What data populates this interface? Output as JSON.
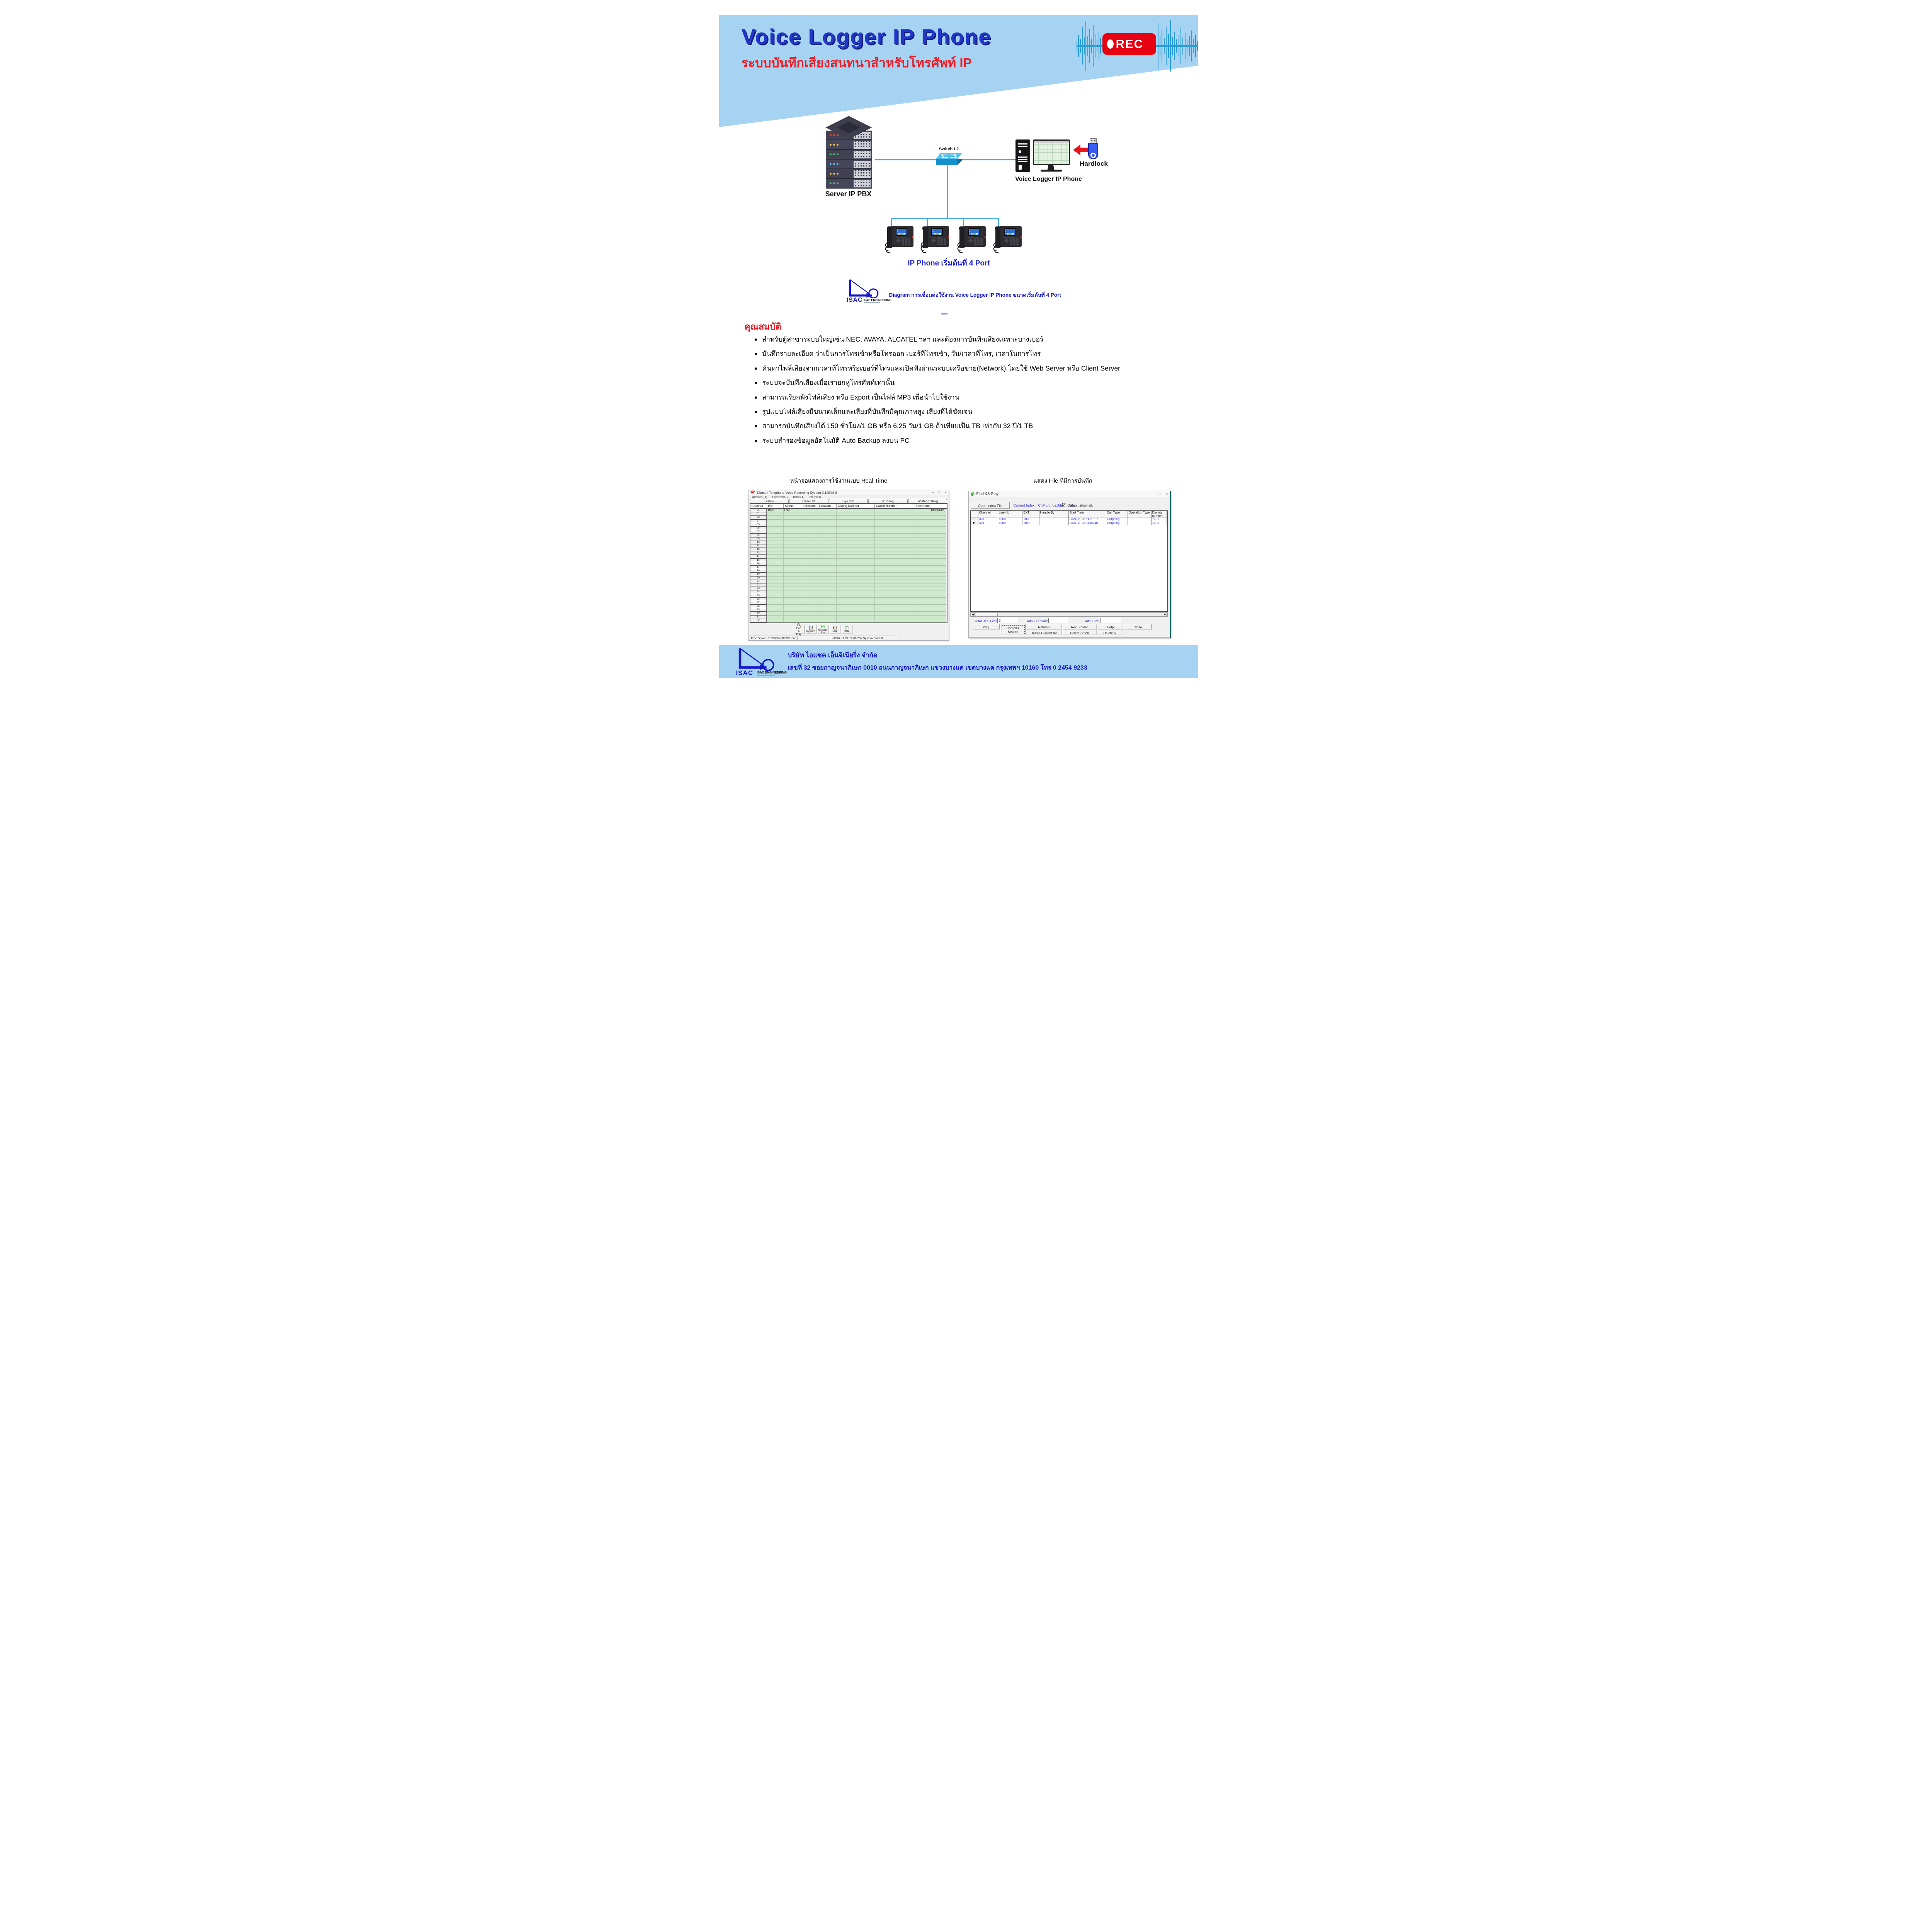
{
  "header": {
    "title": "Voice Logger IP Phone",
    "subtitle_th": "ระบบบันทึกเสียงสนทนาสำหรับโทรศัพท์ IP",
    "rec_label": "REC"
  },
  "diagram": {
    "server_label": "Server IP PBX",
    "switch_label": "Switch  L2",
    "computer_label": "Voice Logger IP Phone",
    "hardlock_label": "Hardlock",
    "phones_label": "IP Phone เริ่มต้นที่  4 Port",
    "caption": "Diagram การเชื่อมต่อใช้งาน Voice Logger IP Phone ขนาดเริ่มต้นที่  4 Port",
    "phone_count": 4
  },
  "logo": {
    "word": "ISAC",
    "company": "ISAC ENGINEERING"
  },
  "features": {
    "heading": "คุณสมบัติ",
    "items": [
      "สำหรับตู้สาขาระบบใหญ่เช่น NEC, AVAYA, ALCATEL ฯลฯ และต้องการบันทึกเสียงเฉพาะบางเบอร์",
      "บันทึกรายละเอียด ว่าเป็นการโทรเข้าหรือโทรออก เบอร์ที่โทรเข้า, วัน/เวลาที่โทร, เวลาในการโทร",
      "ค้นหาไฟล์เสียงจากเวลาที่โทรหรือเบอร์ที่โทรและเปิดฟังผ่านระบบเครือข่าย(Network) โดยใช้ Web Server หรือ Client Server",
      "ระบบจะบันทึกเสียงเมื่อเรายกหูโทรศัพท์เท่านั้น",
      "สามารถเรียกฟังไฟล์เสียง หรือ Export เป็นไฟล์ MP3 เพื่อนำไปใช้งาน",
      "รูปแบบไฟล์เสียงมีขนาดเล็กและเสียงที่บันทึกมีคุณภาพสูง เสียงที่ได้ชัดเจน",
      "สามารถบันทึกเสียงได้ 150 ชั่วโมง/1 GB หรือ 6.25 วัน/1 GB ถ้าเทียบเป็น TB เท่ากับ 32 ปี/1 TB",
      "ระบบสำรองข้อมูลอัตโนมัติ Auto Backup ลงบน PC"
    ]
  },
  "screens": {
    "left_caption": "หน้าจอแสดงการใช้งานแบบ Real Time",
    "right_caption": "แสดง File ที่มีการบันทึก"
  },
  "recorder_window": {
    "title": "Zibosoft  Telephone Voice Recording System 3.12E98-8",
    "menu": [
      "Operate(O)",
      "System(S)",
      "Tools(T)",
      "Help(H)"
    ],
    "tabs": [
      "Status",
      "Caller ID",
      "Sys Info",
      "Run log",
      "IP Recording"
    ],
    "active_tab": "IP Recording",
    "columns": [
      "Channel",
      "Ext",
      "Status",
      "Direction",
      "Duration",
      "Calling Number",
      "Called Number",
      "Username"
    ],
    "row_count": 32,
    "row01": {
      "ext": "1000",
      "status": "Free",
      "username": "1000(DEPT)"
    },
    "buttons": [
      {
        "label": "Find & Play",
        "icon": "magnifier"
      },
      {
        "label": "System",
        "icon": "system-window"
      },
      {
        "label": "Recycle Bin",
        "icon": "recycle"
      },
      {
        "label": "Exit",
        "icon": "exit-door"
      },
      {
        "label": "Help",
        "icon": "question-balloon"
      }
    ],
    "status_bar": {
      "free_space": "Free Space: 816969M (58096Hour)",
      "message": "<2567-11-27 17:00:26>  System Started"
    }
  },
  "findplay_window": {
    "title": "Find && Play",
    "open_button": "Open Index File",
    "current_index_label": "Current Index",
    "current_index_value": "C:\\Mdr\\IndexMain.mdb",
    "default_show_all": "Default show all.",
    "columns": [
      "",
      "Channel",
      "Line No.",
      "EXT",
      "Handle By",
      "Start Time",
      "Call Type",
      "Operation Type",
      "Dialing number"
    ],
    "rows": [
      {
        "sel": "",
        "channel": "301",
        "line": "1000",
        "ext": "1000",
        "handle": "",
        "start": "2024-11-28 14:21:57",
        "type": "Outgoing",
        "op": "",
        "dial": "1001"
      },
      {
        "sel": "▶",
        "channel": "301",
        "line": "1000",
        "ext": "1000",
        "handle": "",
        "start": "2024-11-28 11:48:46",
        "type": "Outgoing",
        "op": "",
        "dial": "1001"
      }
    ],
    "totals": {
      "rec_files_label": "Total Rec. Files",
      "rec_files_value": "2",
      "durations_label": "Total Durations",
      "durations_value": "",
      "size_label": "Total Size",
      "size_value": ""
    },
    "buttons_top": [
      "Play",
      "Complex Search",
      "Refresh",
      "Rec. Folder",
      "Help",
      "Close"
    ],
    "buttons_bottom": [
      "Delete Current file",
      "Delete Batch",
      "Delete All"
    ]
  },
  "footer": {
    "line1": "บริษัท ไอแซค เอ็นจิเนียริ่ง จำกัด",
    "line2": "เลขที่ 32 ซอยกาญจนาภิเษก 0010 ถนนกาญจนาภิเษก แขวงบางแค เขตบางแค กรุงเทพฯ 10160 โทร 0 2454 9233",
    "logo_word": "ISAC",
    "logo_company": "ISAC ENGINEERING"
  },
  "icons": {
    "recorder_app": "red-telephone",
    "findplay_app": "green-cube",
    "minimize": "–",
    "maximize": "□",
    "close": "×",
    "row_pointer": "▶",
    "checkbox_checked": "✓",
    "record_dot": "white-ellipse",
    "hardlock_arrow": "red-left-arrow",
    "scroll_left": "◀",
    "scroll_right": "▶"
  },
  "colors": {
    "header_bg": "#a6d3f2",
    "title_blue": "#2236c8",
    "subtitle_red": "#ee1c25",
    "rec_red": "#e60012",
    "wave_blue": "#2a9cd8",
    "line_blue": "#41aaf7",
    "caption_blue": "#1418d8",
    "feature_red": "#e8141c",
    "table_green": "#cfe9cd",
    "data_blue": "#2a2ad4",
    "footer_text_blue": "#1414cc"
  }
}
